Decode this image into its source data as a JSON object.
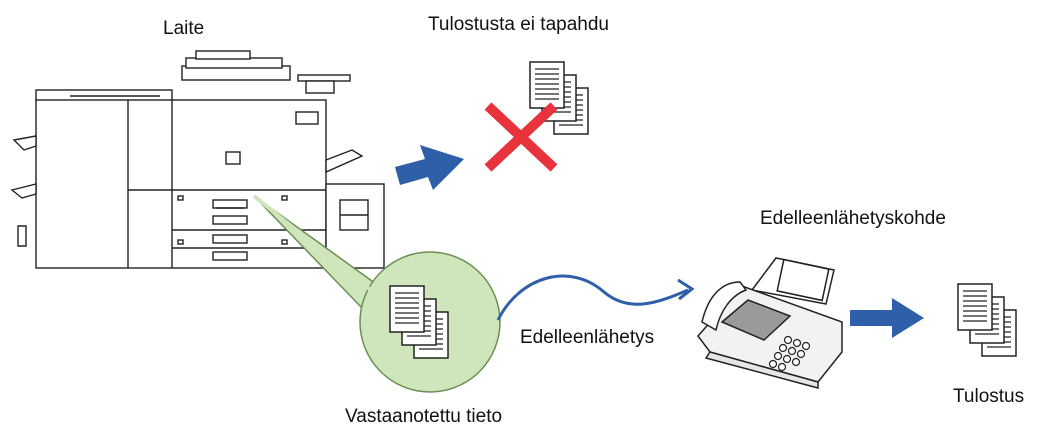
{
  "labels": {
    "device": "Laite",
    "no_printing": "Tulostusta ei tapahdu",
    "forward_destination": "Edelleenlähetyskohde",
    "forwarding": "Edelleenlähetys",
    "received_data": "Vastaanotettu tieto",
    "printing": "Tulostus"
  },
  "colors": {
    "arrow_blue": "#2f5fa8",
    "cross_red": "#e8323c",
    "bubble_green": "#cfe6bd",
    "bubble_outline": "#6a8f52",
    "line": "#222222"
  },
  "icons": {
    "device": "multifunction-printer-icon",
    "fax": "fax-machine-icon",
    "documents": "document-stack-icon",
    "cross": "cross-icon",
    "arrow": "block-arrow-icon"
  }
}
